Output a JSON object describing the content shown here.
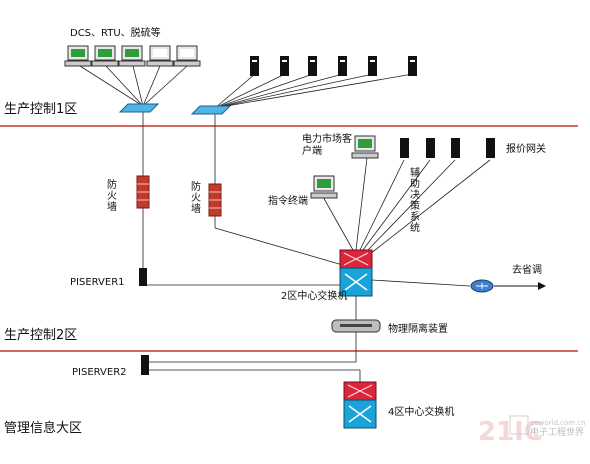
{
  "zones": {
    "zone1": "生产控制1区",
    "zone2": "生产控制2区",
    "mgmt": "管理信息大区"
  },
  "labels": {
    "dcs": "DCS、RTU、脱硫等",
    "firewall_a": "防火墙",
    "firewall_b": "防火墙",
    "market_client": "电力市场客户端",
    "command_terminal": "指令终端",
    "aux_system": "辅助决策系统",
    "quote_gateway": "报价网关",
    "piserver1": "PISERVER1",
    "switch_zone2": "2区中心交换机",
    "to_province": "去省调",
    "isolation": "物理隔离装置",
    "piserver2": "PISERVER2",
    "switch_zone4": "4区中心交换机"
  },
  "watermark": {
    "text": "21IC",
    "brand": "电子工程世界",
    "site": "eeworld.com.cn"
  },
  "colors": {
    "zone_line": "#c0392b",
    "hub": "#4fb5e6",
    "firewall": "#c0392b",
    "switch_top": "#d9263b",
    "switch_bottom": "#1aa3d8",
    "monitor": "#2e9e3a",
    "router": "#3f7fd0"
  }
}
